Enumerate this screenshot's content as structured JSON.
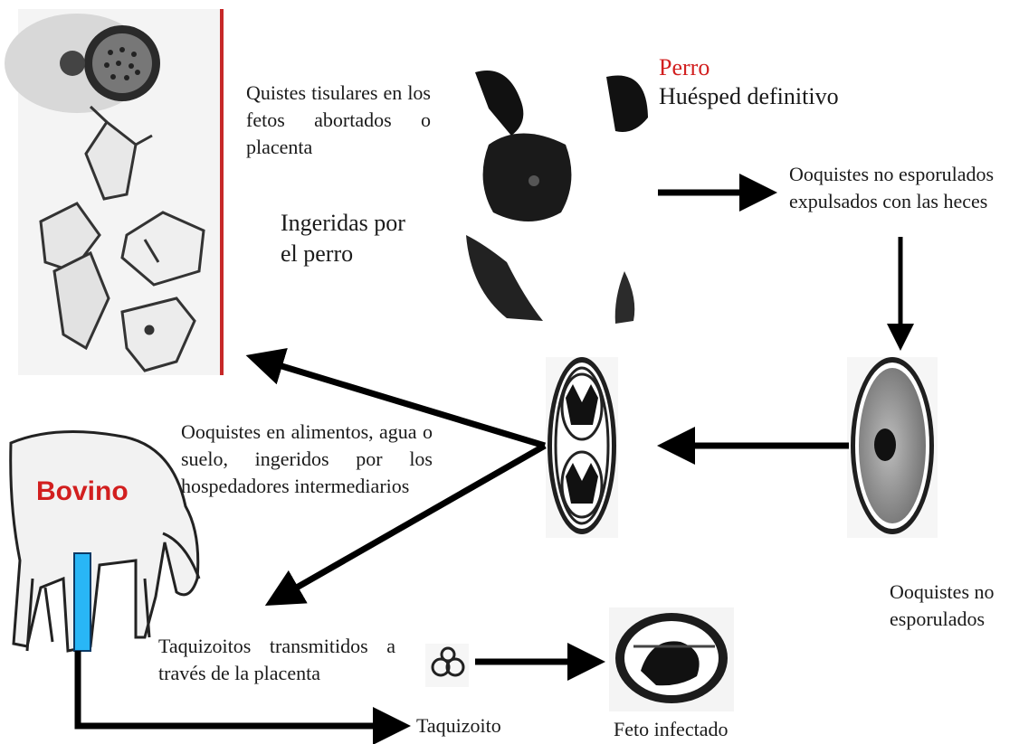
{
  "dog": {
    "title": "Perro",
    "subtitle": "Huésped definitivo",
    "title_color": "#d21f1f"
  },
  "cow": {
    "label": "Bovino",
    "label_color": "#d21f1f",
    "umbilical_color": "#29b6f6"
  },
  "labels": {
    "tissue_cysts": "Quistes tisulares en los fetos abortados o placenta",
    "ingested_by_dog": "Ingeridas por el perro",
    "oocysts_expelled": "Ooquistes no esporulados expulsados con las heces",
    "oocysts_unsporulated": "Ooquistes no esporulados",
    "oocysts_ingested": "Ooquistes en alimentos, agua o suelo, ingeridos por los hospedadores intermediarios",
    "tachyzoites_transmitted": "Taquizoitos transmitidos a través de la placenta",
    "tachyzoite": "Taquizoito",
    "infected_fetus": "Feto infectado"
  },
  "colors": {
    "arrow": "#000000",
    "red_divider": "#c62828"
  }
}
